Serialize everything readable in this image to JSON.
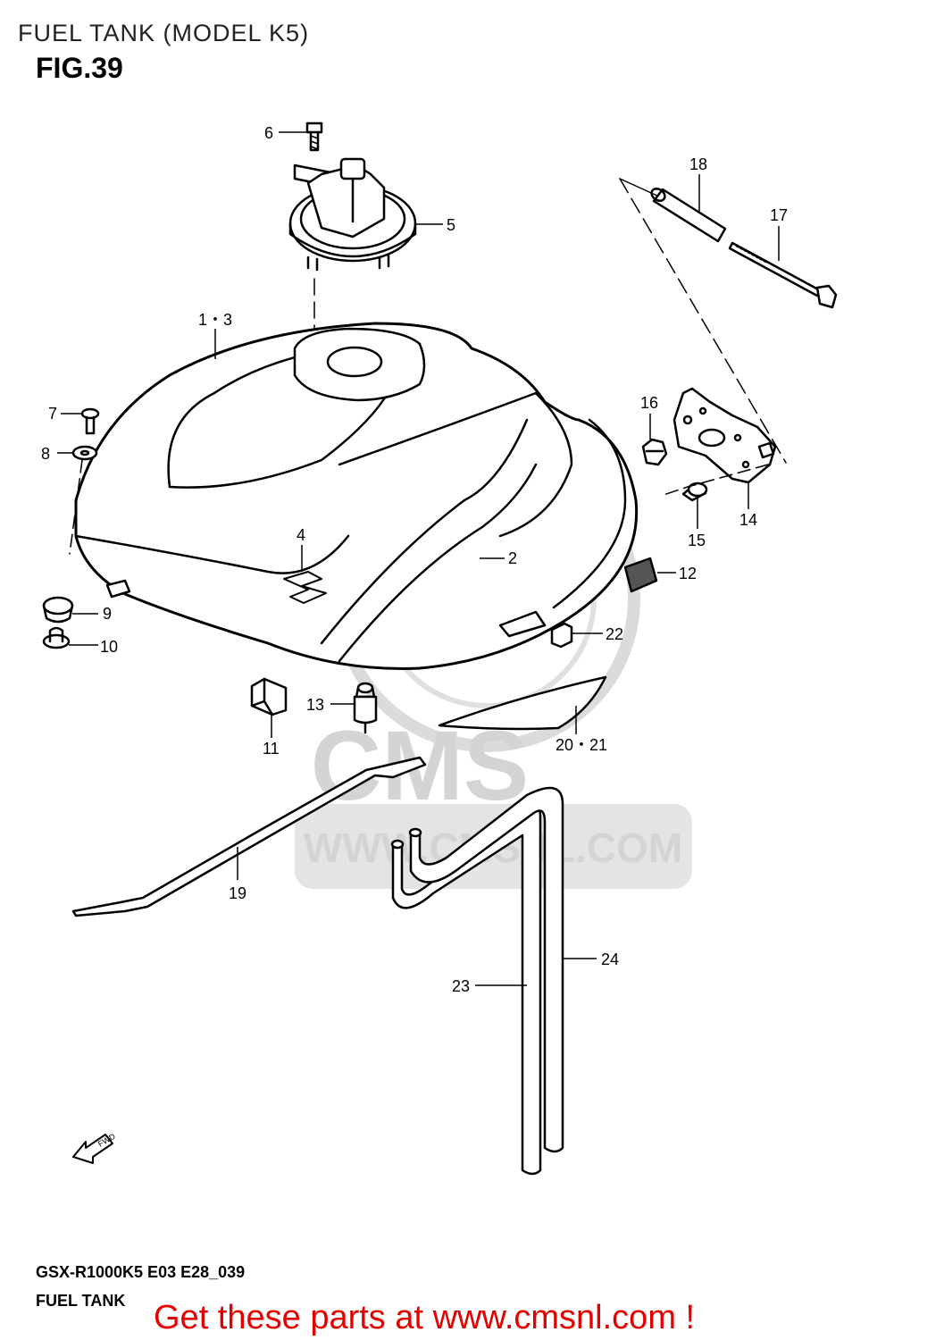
{
  "header": {
    "title": "FUEL TANK (MODEL K5)",
    "figure": "FIG.39"
  },
  "watermark": {
    "brand": "CMS",
    "site": "WWW.CMSNL.COM"
  },
  "callouts": {
    "c1_3": "1・3",
    "c2": "2",
    "c4": "4",
    "c5": "5",
    "c6": "6",
    "c7": "7",
    "c8": "8",
    "c9": "9",
    "c10": "10",
    "c11": "11",
    "c12": "12",
    "c13": "13",
    "c14": "14",
    "c15": "15",
    "c16": "16",
    "c17": "17",
    "c18": "18",
    "c19": "19",
    "c20_21": "20・21",
    "c22": "22",
    "c23": "23",
    "c24": "24"
  },
  "fwd_label": "FWD",
  "footer": {
    "model_code": "GSX-R1000K5 E03 E28_039",
    "section_name": "FUEL TANK",
    "promo": "Get these parts at www.cmsnl.com !"
  },
  "colors": {
    "line": "#000000",
    "watermark": "#d0d0d0",
    "promo": "#e30000"
  }
}
